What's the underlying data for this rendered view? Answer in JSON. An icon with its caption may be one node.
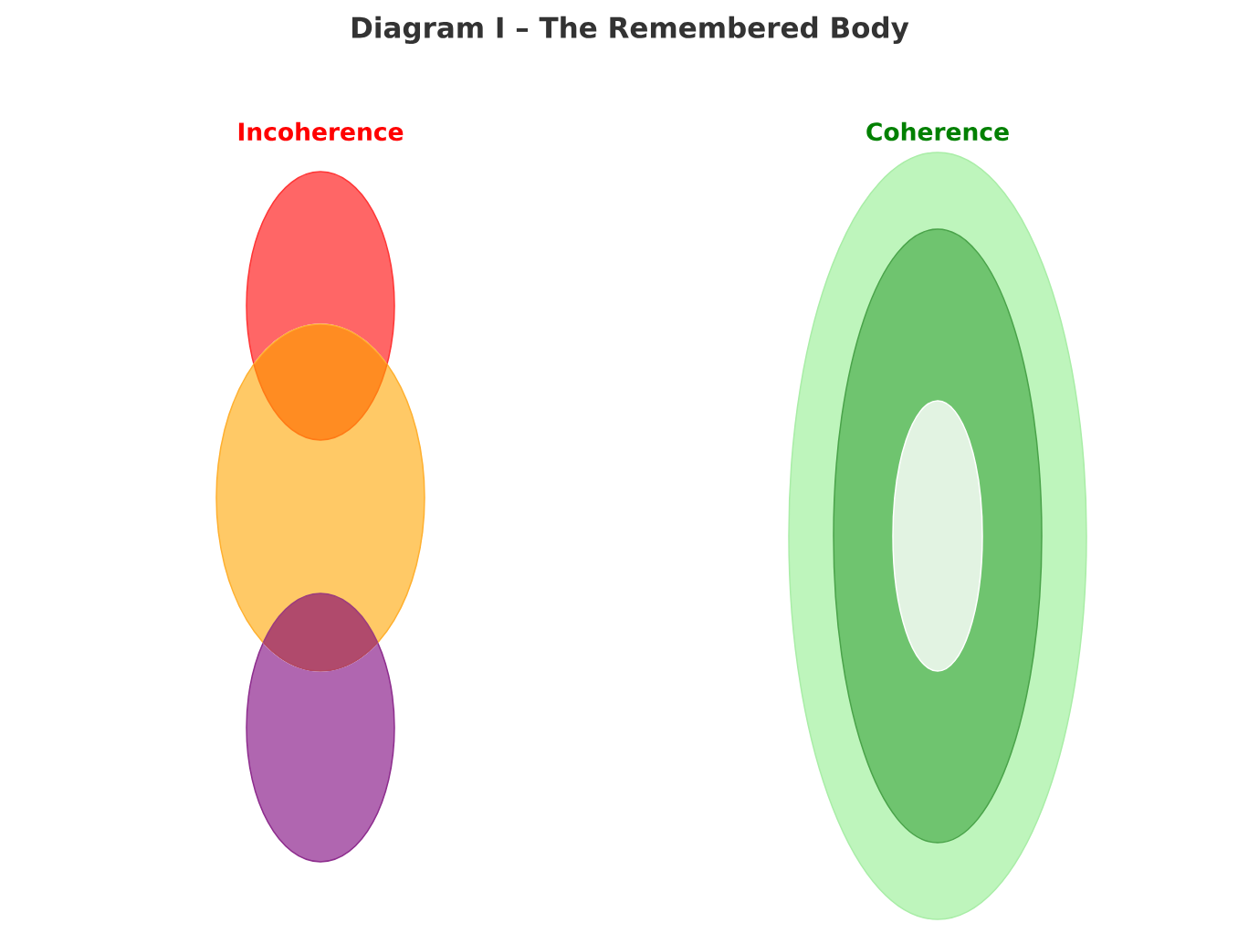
{
  "diagram": {
    "title": "Diagram I – The Remembered Body",
    "nodes": [
      {
        "text": [],
        "shape": "ellipse"
      },
      {
        "text": [],
        "shape": "ellipse"
      },
      {
        "text": [],
        "shape": "ellipse"
      },
      {
        "text": [],
        "shape": "ellipse"
      },
      {
        "text": [],
        "shape": "ellipse",
        "in": 3
      },
      {
        "text": [],
        "shape": "ellipse",
        "in": 4
      }
    ],
    "labels": [
      "Incoherence",
      "Coherence"
    ]
  }
}
